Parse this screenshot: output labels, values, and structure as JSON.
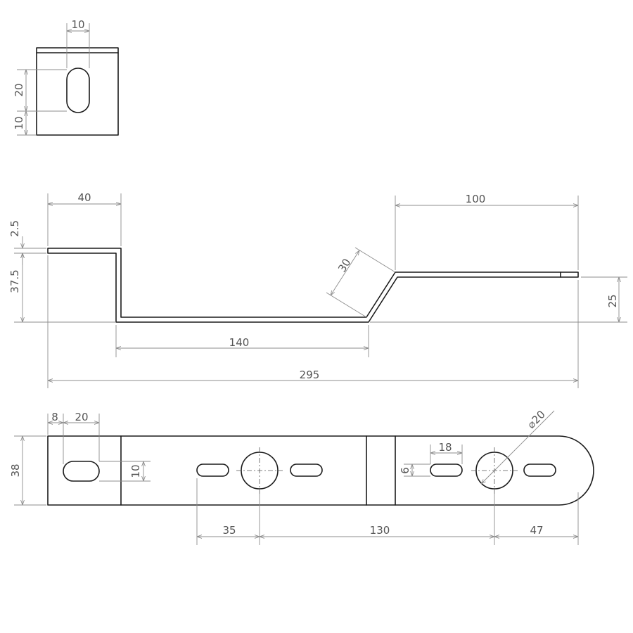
{
  "dimensions": {
    "top_view": {
      "slot_width": "10",
      "slot_length": "20",
      "slot_offset_bottom": "10"
    },
    "side_view": {
      "left_flange_length": "40",
      "thickness": "2.5",
      "left_drop_height": "37.5",
      "bottom_length": "140",
      "slope_length": "30",
      "right_flange_length": "100",
      "right_rise_height": "25",
      "overall_length": "295"
    },
    "plan_view": {
      "edge_to_slot": "8",
      "slot_length": "20",
      "slot_width": "10",
      "width": "38",
      "hole_diameter": "⌀20",
      "small_slot_length": "18",
      "small_slot_width": "6",
      "hole_offset_left": "35",
      "hole_spacing": "130",
      "hole_offset_right": "47"
    }
  }
}
